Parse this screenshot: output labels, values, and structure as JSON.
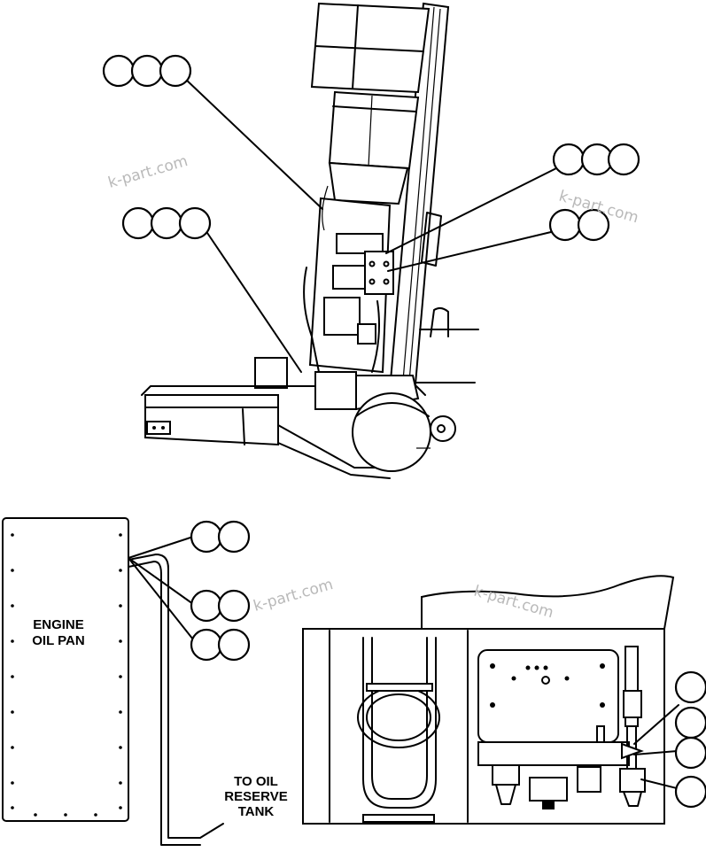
{
  "labels": {
    "engine_oil_pan_line1": "ENGINE",
    "engine_oil_pan_line2": "OIL PAN",
    "to_oil_line1": "TO OIL",
    "to_oil_line2": "RESERVE",
    "to_oil_line3": "TANK"
  },
  "watermark": "k-part.com"
}
